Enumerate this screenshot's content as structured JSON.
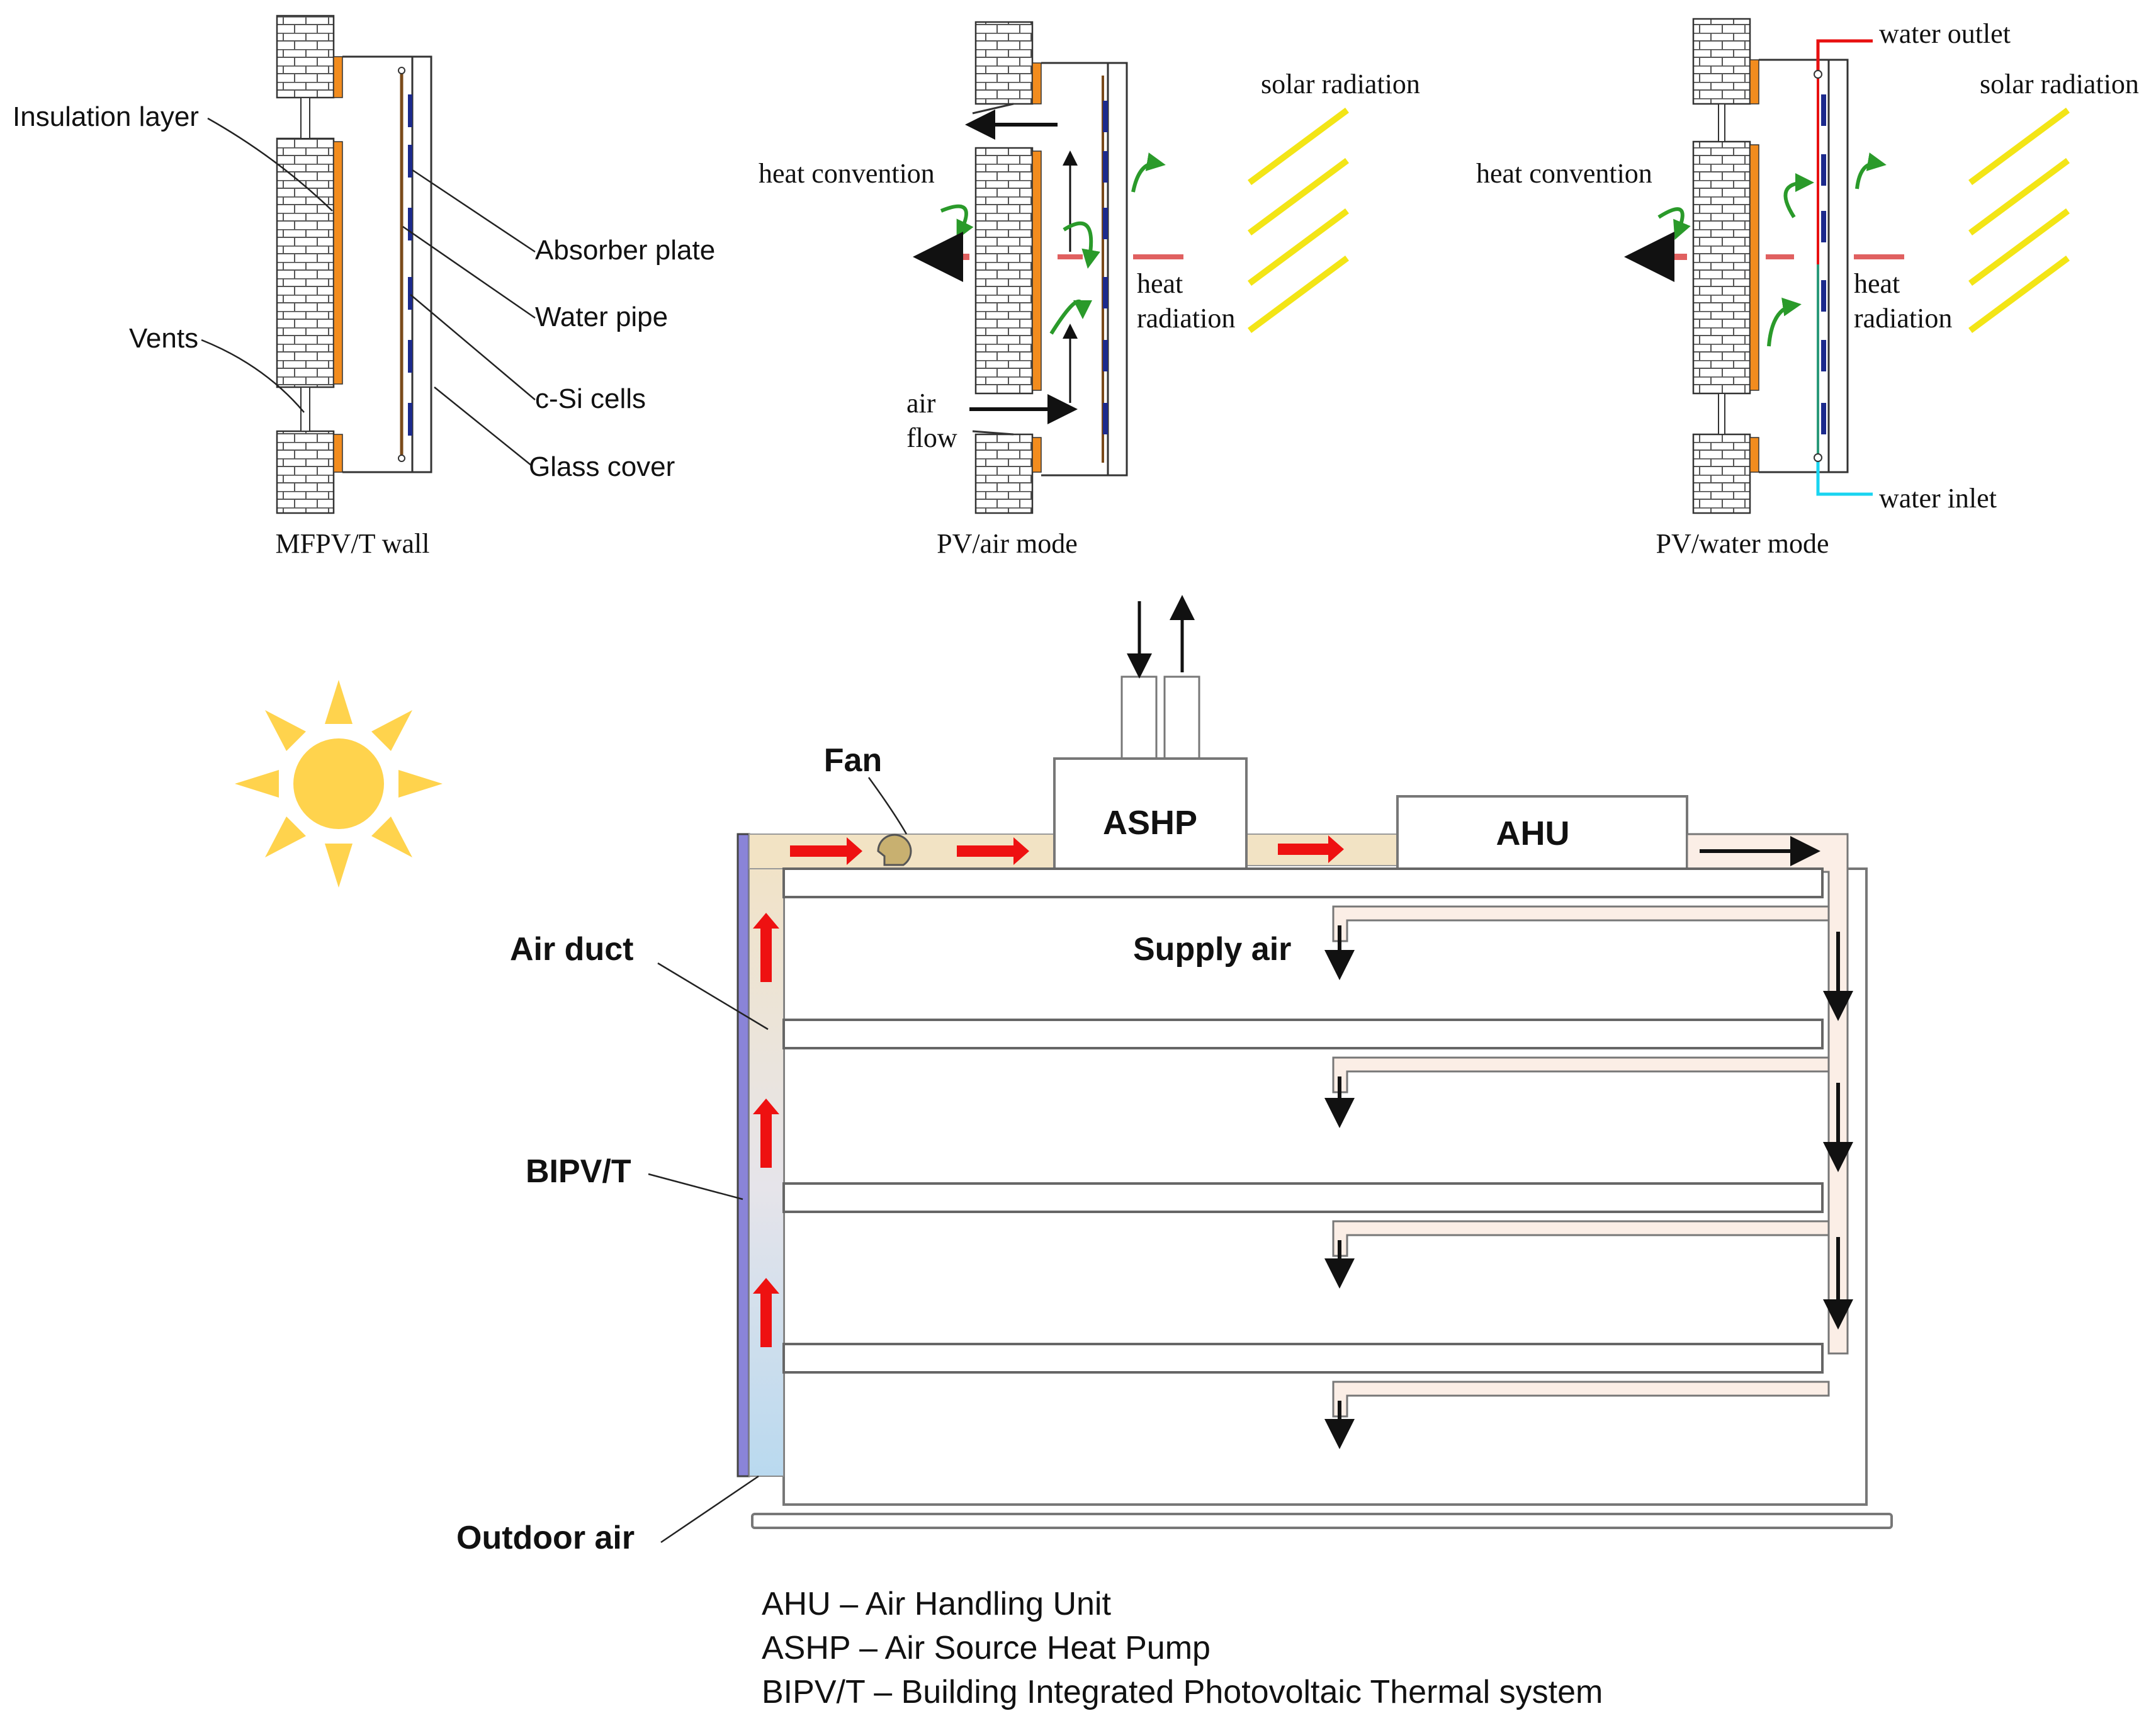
{
  "top_panels": {
    "wall": {
      "caption": "MFPV/T wall",
      "labels": {
        "insulation": "Insulation layer",
        "absorber": "Absorber plate",
        "water_pipe": "Water pipe",
        "vents": "Vents",
        "cells": "c-Si cells",
        "glass": "Glass cover"
      }
    },
    "air_mode": {
      "caption": "PV/air mode",
      "labels": {
        "heat_convention": "heat convention",
        "solar_radiation": "solar radiation",
        "heat": "heat",
        "radiation": "radiation",
        "air": "air",
        "flow": "flow"
      }
    },
    "water_mode": {
      "caption": "PV/water mode",
      "labels": {
        "water_outlet": "water outlet",
        "water_inlet": "water inlet",
        "heat_convention": "heat convention",
        "solar_radiation": "solar radiation",
        "heat": "heat",
        "radiation": "radiation"
      }
    }
  },
  "building": {
    "fan": "Fan",
    "ashp": "ASHP",
    "ahu": "AHU",
    "air_duct": "Air duct",
    "supply_air": "Supply air",
    "bipvt": "BIPV/T",
    "outdoor_air": "Outdoor air"
  },
  "legend": [
    "AHU – Air Handling Unit",
    "ASHP – Air Source Heat Pump",
    "BIPV/T – Building Integrated Photovoltaic Thermal system"
  ],
  "icons": {
    "sun": "sun-icon",
    "solar_arrows": "solar-radiation-arrows",
    "convection": "green-curved-arrow-icon",
    "radiation": "red-wavy-arrow-icon"
  },
  "colors": {
    "insulation": "#f28c1e",
    "cells": "#1c2a8c",
    "solar": "#f3e516",
    "convection": "#2a9a2a",
    "radiation": "#e06060",
    "flow_red": "#ee1111",
    "duct_fill": "#fbeee6",
    "pv_panel": "#8a84d8",
    "water_out": "#e81010",
    "water_in": "#19d4f0",
    "sun": "#ffd34d"
  }
}
